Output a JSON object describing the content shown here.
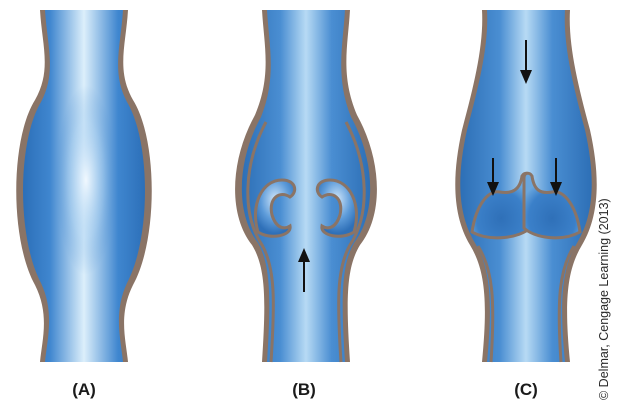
{
  "panels": [
    {
      "label": "(A)"
    },
    {
      "label": "(B)"
    },
    {
      "label": "(C)"
    }
  ],
  "credit": "© Delmar, Cengage Learning (2013)",
  "colors": {
    "vessel_blue": "#3f86cf",
    "vessel_highlight": "#dceffb",
    "wall_brown": "#8a7466",
    "valve_blue": "#4f8fd4",
    "arrow": "#111111"
  }
}
